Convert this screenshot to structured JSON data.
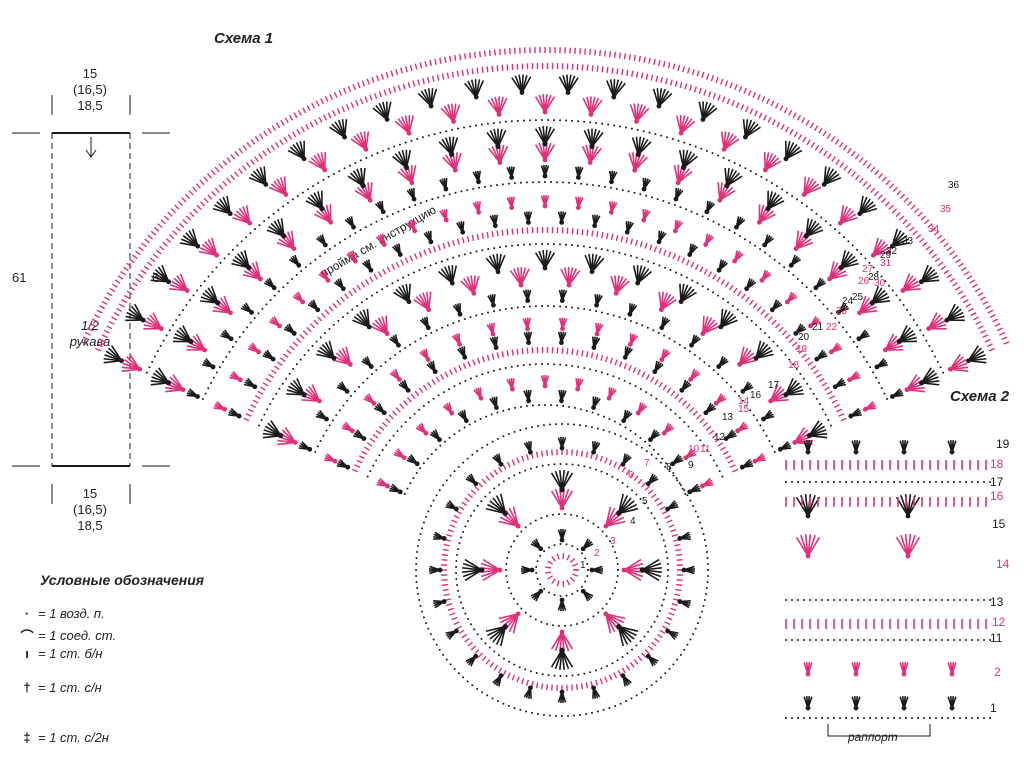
{
  "schema1": {
    "title": "Схема 1",
    "armhole_note": "пройма см. инструкцию"
  },
  "schema2": {
    "title": "Схема 2",
    "repeat_label": "раппорт"
  },
  "sleeve": {
    "top_dims": [
      "15",
      "(16,5)",
      "18,5"
    ],
    "bottom_dims": [
      "15",
      "(16,5)",
      "18,5"
    ],
    "left_height": "61",
    "right_height": "61",
    "label_line1": "1/2",
    "label_line2": "рукава"
  },
  "legend": {
    "title": "Условные обозначения",
    "items": [
      {
        "symbol": "dot-icon",
        "text": "= 1 возд. п."
      },
      {
        "symbol": "arc-icon",
        "text": "= 1 соед. ст."
      },
      {
        "symbol": "bar-icon",
        "text": "= 1 ст. б/н"
      },
      {
        "symbol": "cross-one-icon",
        "text": "= 1 ст. с/н"
      },
      {
        "symbol": "cross-two-icon",
        "text": "= 1 ст. с/2н"
      }
    ]
  },
  "colors": {
    "black": "#1a1a1a",
    "pink": "#e0307a"
  },
  "schema1_row_numbers": [
    "1",
    "2",
    "3",
    "4",
    "5",
    "6",
    "7",
    "8",
    "9",
    "10",
    "11",
    "12",
    "13",
    "14",
    "15",
    "16",
    "17",
    "18",
    "19",
    "20",
    "21",
    "22",
    "23",
    "24",
    "25",
    "26",
    "27",
    "28",
    "29",
    "30",
    "31",
    "32",
    "33",
    "34",
    "35",
    "36"
  ],
  "schema2_row_numbers": [
    "1",
    "2",
    "11",
    "12",
    "13",
    "14",
    "15",
    "16",
    "17",
    "18",
    "19"
  ]
}
